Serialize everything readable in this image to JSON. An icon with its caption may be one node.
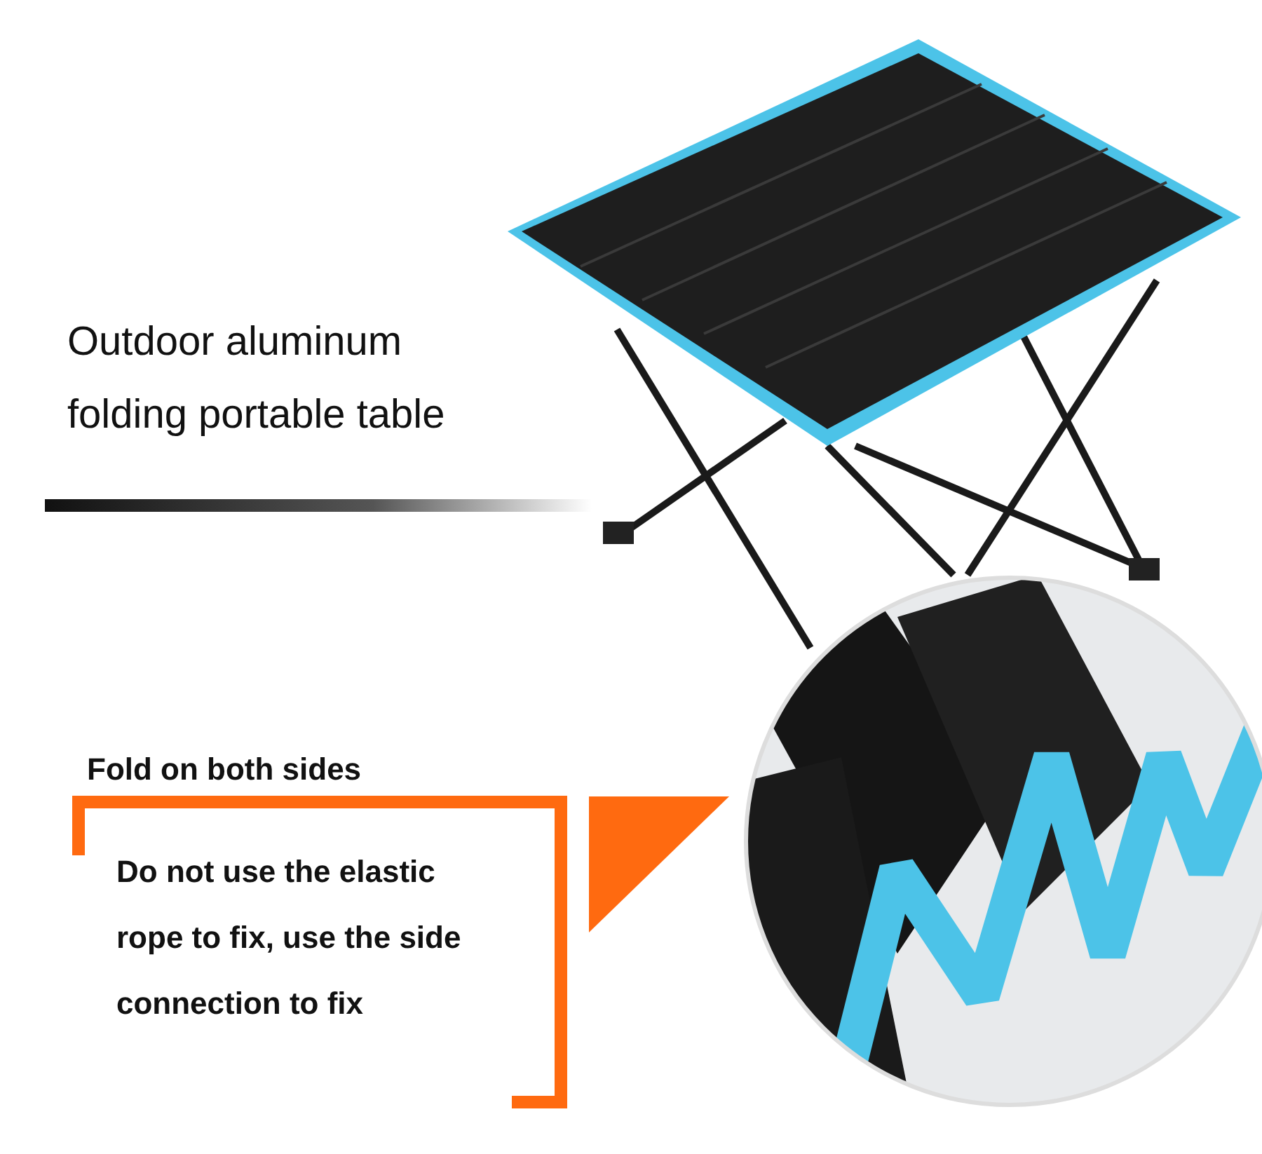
{
  "diagram": {
    "title": "Outdoor aluminum folding portable table",
    "labels": [
      "Fold on both sides",
      "Do not use the elastic rope to fix, use the side connection to fix"
    ]
  }
}
